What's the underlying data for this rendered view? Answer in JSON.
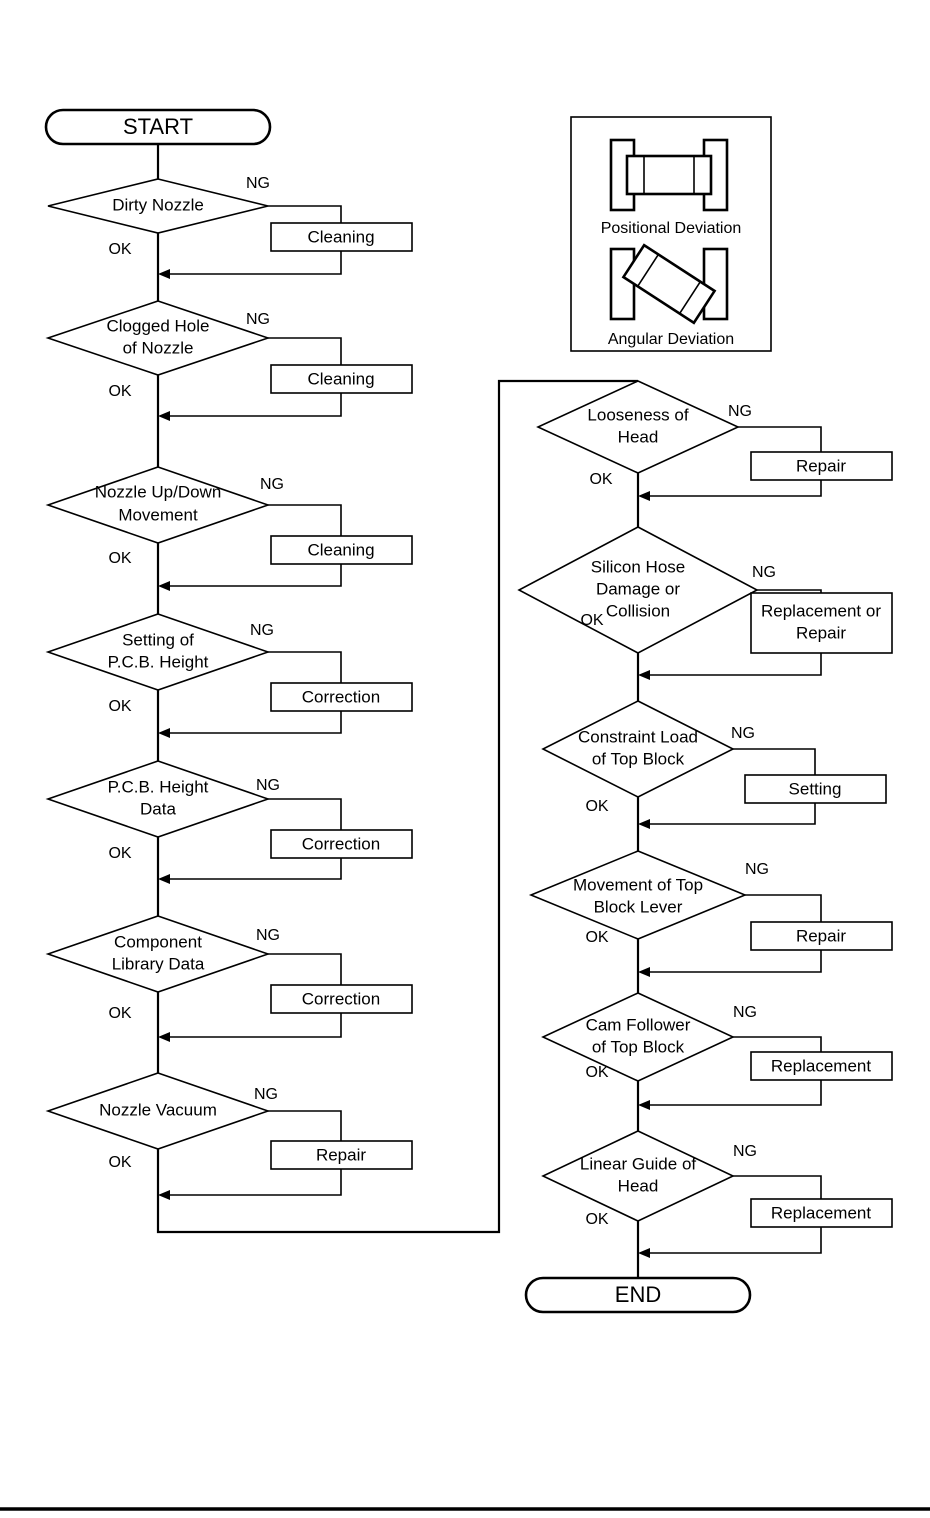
{
  "document": {
    "type": "troubleshooting-flowchart",
    "title": "",
    "colors": {
      "stroke": "#000000",
      "fill": "#ffffff",
      "text": "#000000"
    }
  },
  "terminators": {
    "start": "START",
    "end": "END"
  },
  "branch_labels": {
    "ng": "NG",
    "ok": "OK"
  },
  "legend_box": {
    "caption_top": "Positional Deviation",
    "caption_bottom": "Angular Deviation"
  },
  "left_column": {
    "steps": [
      {
        "decision": "Dirty Nozzle",
        "decision_lines": [
          "Dirty Nozzle"
        ],
        "action": "Cleaning",
        "action_lines": [
          "Cleaning"
        ]
      },
      {
        "decision": "Clogged Hole of Nozzle",
        "decision_lines": [
          "Clogged Hole",
          "of Nozzle"
        ],
        "action": "Cleaning",
        "action_lines": [
          "Cleaning"
        ]
      },
      {
        "decision": "Nozzle Up/Down Movement",
        "decision_lines": [
          "Nozzle Up/Down",
          "Movement"
        ],
        "action": "Cleaning",
        "action_lines": [
          "Cleaning"
        ]
      },
      {
        "decision": "Setting of P.C.B. Height",
        "decision_lines": [
          "Setting of",
          "P.C.B. Height"
        ],
        "action": "Correction",
        "action_lines": [
          "Correction"
        ]
      },
      {
        "decision": "P.C.B. Height Data",
        "decision_lines": [
          "P.C.B. Height",
          "Data"
        ],
        "action": "Correction",
        "action_lines": [
          "Correction"
        ]
      },
      {
        "decision": "Component Library Data",
        "decision_lines": [
          "Component",
          "Library Data"
        ],
        "action": "Correction",
        "action_lines": [
          "Correction"
        ]
      },
      {
        "decision": "Nozzle Vacuum",
        "decision_lines": [
          "Nozzle Vacuum"
        ],
        "action": "Repair",
        "action_lines": [
          "Repair"
        ]
      }
    ]
  },
  "right_column": {
    "steps": [
      {
        "decision": "Looseness of Head",
        "decision_lines": [
          "Looseness of",
          "Head"
        ],
        "action": "Repair",
        "action_lines": [
          "Repair"
        ]
      },
      {
        "decision": "Silicon Hose Damage or Collision",
        "decision_lines": [
          "Silicon Hose",
          "Damage or",
          "Collision"
        ],
        "action": "Replacement or Repair",
        "action_lines": [
          "Replacement or",
          "Repair"
        ]
      },
      {
        "decision": "Constraint Load of Top Block",
        "decision_lines": [
          "Constraint Load",
          "of Top Block"
        ],
        "action": "Setting",
        "action_lines": [
          "Setting"
        ]
      },
      {
        "decision": "Movement of Top Block Lever",
        "decision_lines": [
          "Movement of Top",
          "Block Lever"
        ],
        "action": "Repair",
        "action_lines": [
          "Repair"
        ]
      },
      {
        "decision": "Cam Follower of Top Block",
        "decision_lines": [
          "Cam Follower",
          "of Top Block"
        ],
        "action": "Replacement",
        "action_lines": [
          "Replacement"
        ]
      },
      {
        "decision": "Linear Guide of Head",
        "decision_lines": [
          "Linear Guide of",
          "Head"
        ],
        "action": "Replacement",
        "action_lines": [
          "Replacement"
        ]
      }
    ]
  }
}
